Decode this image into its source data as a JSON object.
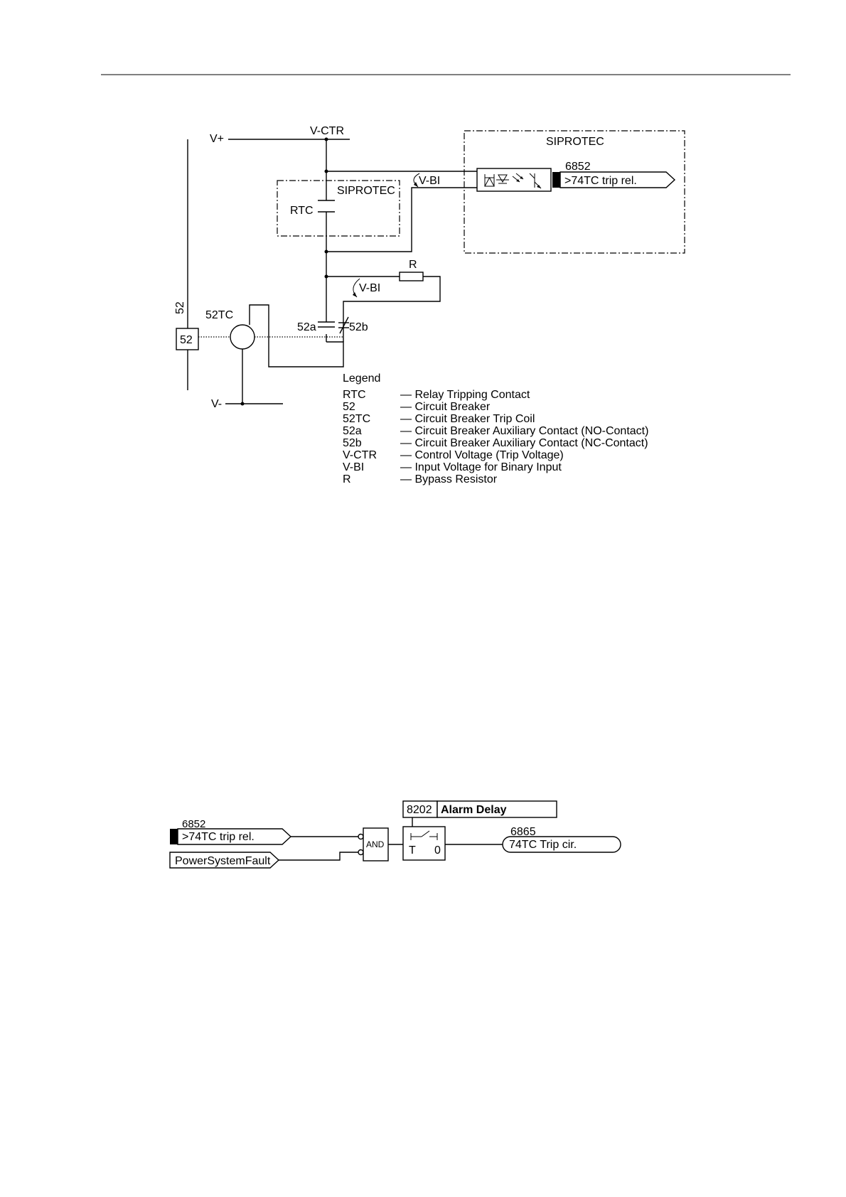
{
  "circuit": {
    "v_plus": "V+",
    "v_minus": "V-",
    "v_ctr": "V-CTR",
    "siprotec_outer": "SIPROTEC",
    "siprotec_inner": "SIPROTEC",
    "rtc": "RTC",
    "v_bi_top": "V-BI",
    "v_bi_bottom": "V-BI",
    "r": "R",
    "breaker_side": "52",
    "breaker_box": "52",
    "trip_coil": "52TC",
    "aux_52a": "52a",
    "aux_52b": "52b",
    "annunciation_no": "6852",
    "annunciation_label": ">74TC trip rel."
  },
  "legend": {
    "title": "Legend",
    "items": [
      {
        "abbr": "RTC",
        "desc": "— Relay Tripping Contact"
      },
      {
        "abbr": "52",
        "desc": "— Circuit Breaker"
      },
      {
        "abbr": "52TC",
        "desc": "— Circuit Breaker Trip Coil"
      },
      {
        "abbr": "52a",
        "desc": "— Circuit Breaker Auxiliary Contact (NO-Contact)"
      },
      {
        "abbr": "52b",
        "desc": "— Circuit Breaker Auxiliary Contact (NC-Contact)"
      },
      {
        "abbr": "V-CTR",
        "desc": "— Control Voltage (Trip Voltage)"
      },
      {
        "abbr": "V-BI",
        "desc": "— Input Voltage for Binary Input"
      },
      {
        "abbr": "R",
        "desc": "— Bypass Resistor"
      }
    ]
  },
  "logic": {
    "input1_no": "6852",
    "input1_label": ">74TC trip rel.",
    "input2_label": "PowerSystemFault",
    "gate": "AND",
    "param_no": "8202",
    "param_label": "Alarm Delay",
    "timer_t": "T",
    "timer_0": "0",
    "output_no": "6865",
    "output_label": "74TC Trip cir."
  }
}
